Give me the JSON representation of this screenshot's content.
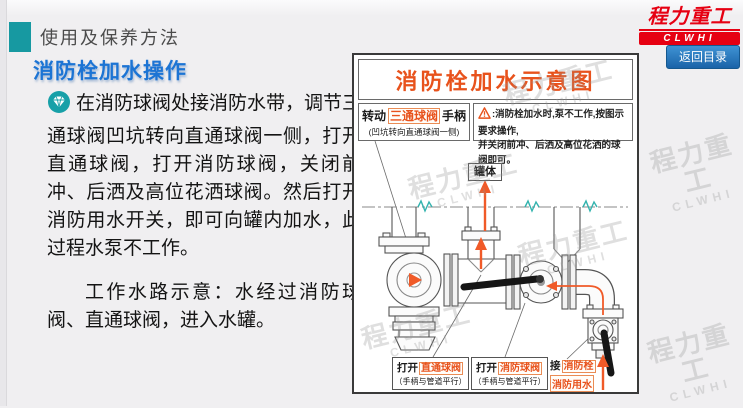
{
  "header": {
    "section_title": "使用及保养方法",
    "page_title": "消防栓加水操作"
  },
  "logo": {
    "brand": "程力重工",
    "abbr": "CLWHI"
  },
  "nav": {
    "back_button": "返回目录"
  },
  "article": {
    "para1": "在消防球阀处接消防水带，调节三通球阀凹坑转向直通球阀一侧，打开直通球阀，打开消防球阀，关闭前冲、后洒及高位花洒球阀。然后打开消防用水开关，即可向罐内加水，此过程水泵不工作。",
    "para2": "工作水路示意：水经过消防球阀、直通球阀，进入水罐。"
  },
  "diagram": {
    "title": "消防栓加水示意图",
    "rotate": {
      "prefix": "转动",
      "valve": "三通球阀",
      "suffix": "手柄",
      "note": "(凹坑转向直通球阀一侧)"
    },
    "warning": {
      "line1": ":消防栓加水时,泵不工作,按图示要求操作,",
      "line2": "并关闭前冲、后洒及高位花洒的球阀即可。"
    },
    "tank_label": "罐体",
    "open_straight": {
      "prefix": "打开",
      "valve": "直通球阀",
      "note": "（手柄与管道平行）"
    },
    "open_fire": {
      "prefix": "打开",
      "valve": "消防球阀",
      "note": "（手柄与管道平行）"
    },
    "connect": {
      "prefix": "接",
      "valve": "消防栓",
      "note": "消防用水"
    },
    "watermark": {
      "text": "程力重工",
      "abbr": "CLWHI"
    }
  },
  "colors": {
    "accent_teal": "#1799a1",
    "brand_red": "#e60012",
    "button_blue": "#2176bd",
    "diagram_orange": "#e8521c",
    "flow_orange": "#f05a28"
  }
}
